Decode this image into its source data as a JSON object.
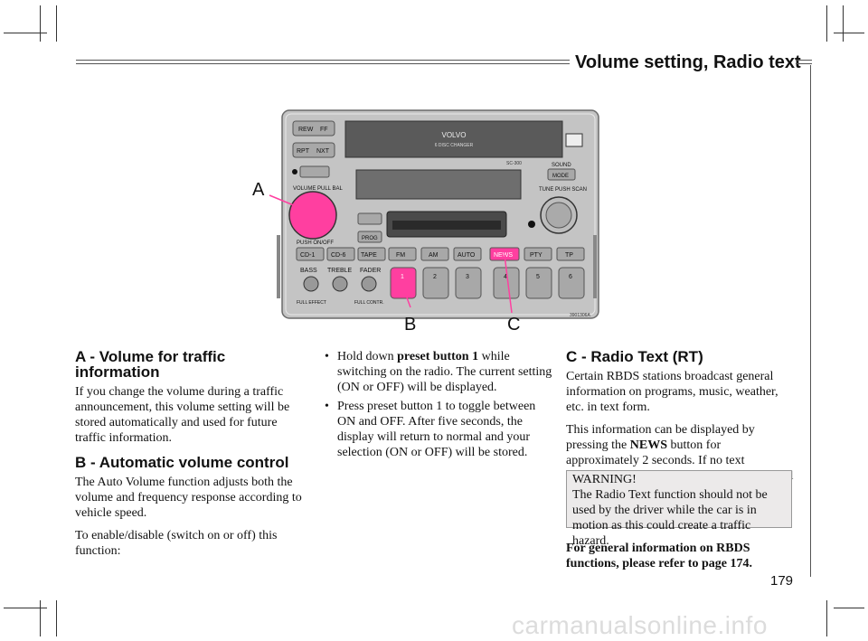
{
  "header": {
    "title": "Volume setting, Radio text"
  },
  "figure": {
    "callouts": {
      "a": "A",
      "b": "B",
      "c": "C"
    },
    "image_code": "3901306A",
    "display_upper_brand": "VOLVO",
    "display_upper_sub": "6 DISC CHANGER",
    "display_upper_model": "SC-300",
    "buttons": {
      "rew": "REW",
      "ff": "FF",
      "rpt": "RPT",
      "nxt": "NXT",
      "sound": "SOUND",
      "mode": "MODE",
      "volume": "VOLUME PULL BAL",
      "push": "PUSH   ON/OFF",
      "tune": "TUNE PUSH SCAN",
      "prog": "PROG",
      "cd1": "CD-1",
      "cd6": "CD-6",
      "tape": "TAPE",
      "fm": "FM",
      "am": "AM",
      "auto": "AUTO",
      "news": "NEWS",
      "pty": "PTY",
      "tp": "TP",
      "bass": "BASS",
      "treble": "TREBLE",
      "fader": "FADER",
      "full_effect": "FULL EFFECT",
      "full_control": "FULL CONTR.",
      "presets": [
        "1",
        "2",
        "3",
        "4",
        "5",
        "6"
      ]
    }
  },
  "section_a": {
    "heading": "A - Volume for traffic information",
    "body": "If you change the volume during a traffic announcement, this volume setting will be stored automatically and used for future traffic information."
  },
  "section_b": {
    "heading": "B - Automatic volume control",
    "p1": "The Auto Volume function adjusts both the volume and frequency response according to vehicle speed.",
    "p2": "To enable/disable (switch on or off) this function:",
    "bullet1_pre": "Hold down ",
    "bullet1_bold": "preset button 1",
    "bullet1_post": " while switching on the radio. The current setting (ON or OFF) will be displayed.",
    "bullet2": "Press preset button 1 to toggle between ON and OFF. After five seconds, the display will return to normal and your selection (ON or OFF) will be stored."
  },
  "section_c": {
    "heading": "C - Radio Text (RT)",
    "p1": "Certain RBDS stations broadcast general information on programs, music, weather, etc. in text form.",
    "p2_pre": "This information can be displayed by pressing the ",
    "p2_bold": "NEWS",
    "p2_post": " button for approximately 2 seconds. If no text information is available, “No radio text“ will be displayed.",
    "warning_title": "WARNING!",
    "warning_body": "The Radio Text function should not be used by the driver while the car is in motion as this could create a traffic hazard.",
    "footer_note": "For general information on RBDS functions, please refer to page 174."
  },
  "page_number": "179",
  "watermark": "carmanualsonline.info"
}
